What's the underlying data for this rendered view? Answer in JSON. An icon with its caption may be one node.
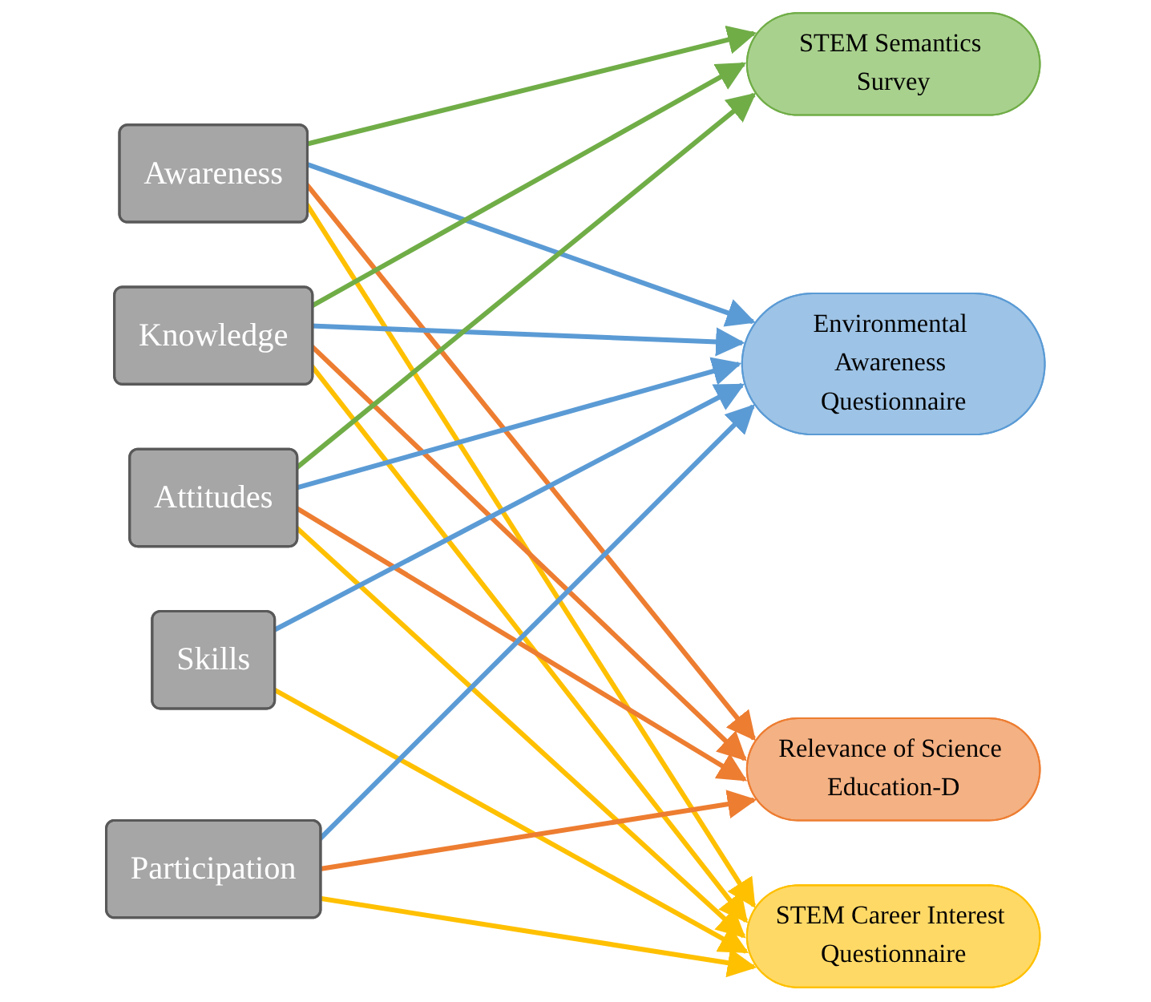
{
  "diagram": {
    "nodes": [
      {
        "text": [
          "Awareness"
        ]
      },
      {
        "text": [
          "Knowledge"
        ]
      },
      {
        "text": [
          "Attitudes"
        ]
      },
      {
        "text": [
          "Skills"
        ]
      },
      {
        "text": [
          "Participation"
        ]
      },
      {
        "text": [
          "STEM Semantics Survey"
        ]
      },
      {
        "text": [
          "Environmental Awareness Questionnaire"
        ]
      },
      {
        "text": [
          "Relevance of Science Education-D"
        ]
      },
      {
        "text": [
          "STEM Career Interest Questionnaire"
        ]
      }
    ],
    "edges": [
      {
        "from": 0,
        "to": 5,
        "arrow": "to",
        "color": "#70ad47"
      },
      {
        "from": 0,
        "to": 6,
        "arrow": "to",
        "color": "#5b9bd5"
      },
      {
        "from": 0,
        "to": 7,
        "arrow": "to",
        "color": "#ed7d31"
      },
      {
        "from": 0,
        "to": 8,
        "arrow": "to",
        "color": "#ffc000"
      },
      {
        "from": 1,
        "to": 5,
        "arrow": "to",
        "color": "#70ad47"
      },
      {
        "from": 1,
        "to": 6,
        "arrow": "to",
        "color": "#5b9bd5"
      },
      {
        "from": 1,
        "to": 7,
        "arrow": "to",
        "color": "#ed7d31"
      },
      {
        "from": 1,
        "to": 8,
        "arrow": "to",
        "color": "#ffc000"
      },
      {
        "from": 2,
        "to": 5,
        "arrow": "to",
        "color": "#70ad47"
      },
      {
        "from": 2,
        "to": 6,
        "arrow": "to",
        "color": "#5b9bd5"
      },
      {
        "from": 2,
        "to": 7,
        "arrow": "to",
        "color": "#ed7d31"
      },
      {
        "from": 2,
        "to": 8,
        "arrow": "to",
        "color": "#ffc000"
      },
      {
        "from": 3,
        "to": 6,
        "arrow": "to",
        "color": "#5b9bd5"
      },
      {
        "from": 3,
        "to": 8,
        "arrow": "to",
        "color": "#ffc000"
      },
      {
        "from": 4,
        "to": 6,
        "arrow": "to",
        "color": "#5b9bd5"
      },
      {
        "from": 4,
        "to": 7,
        "arrow": "to",
        "color": "#ed7d31"
      },
      {
        "from": 4,
        "to": 8,
        "arrow": "to",
        "color": "#ffc000"
      }
    ]
  }
}
